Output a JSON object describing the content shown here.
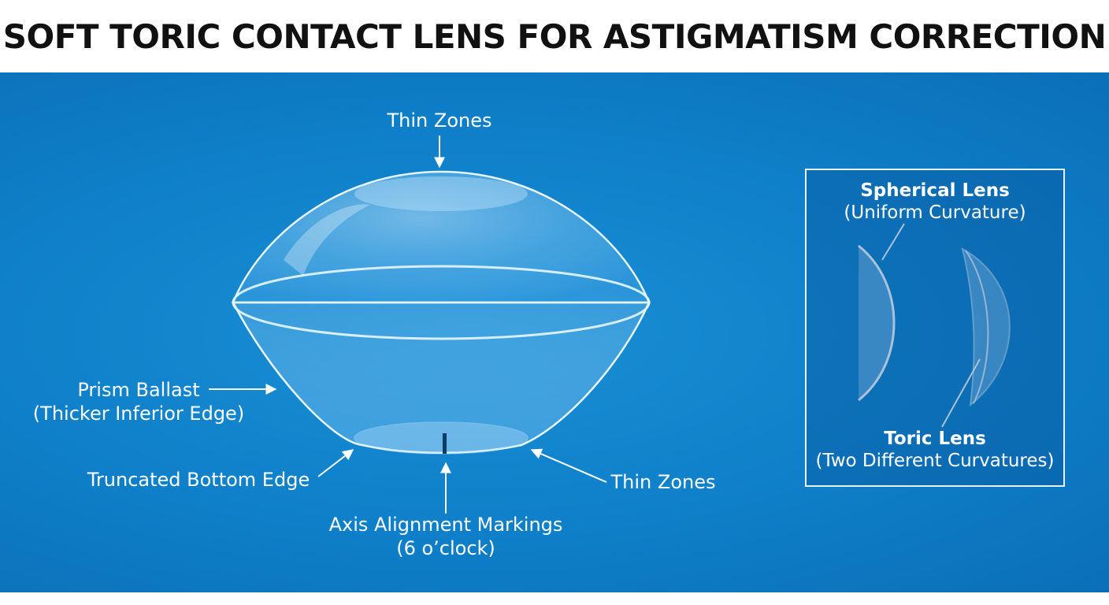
{
  "title": "SOFT TORIC CONTACT LENS FOR ASTIGMATISM CORRECTION",
  "labels": {
    "thin_zones_top": "Thin Zones",
    "prism_ballast": "Prism Ballast",
    "prism_ballast_sub": "(Thicker Inferior Edge)",
    "truncated_edge": "Truncated Bottom Edge",
    "thin_zones_right": "Thin Zones",
    "axis_markings": "Axis Alignment Markings",
    "axis_markings_sub": "(6 o’clock)"
  },
  "inset": {
    "spherical_title": "Spherical Lens",
    "spherical_sub": "(Uniform Curvature)",
    "toric_title": "Toric Lens",
    "toric_sub": "(Two Different Curvatures)"
  },
  "colors": {
    "background": "#0e7fc8",
    "title_text": "#111111",
    "label_text": "#ffffff"
  }
}
